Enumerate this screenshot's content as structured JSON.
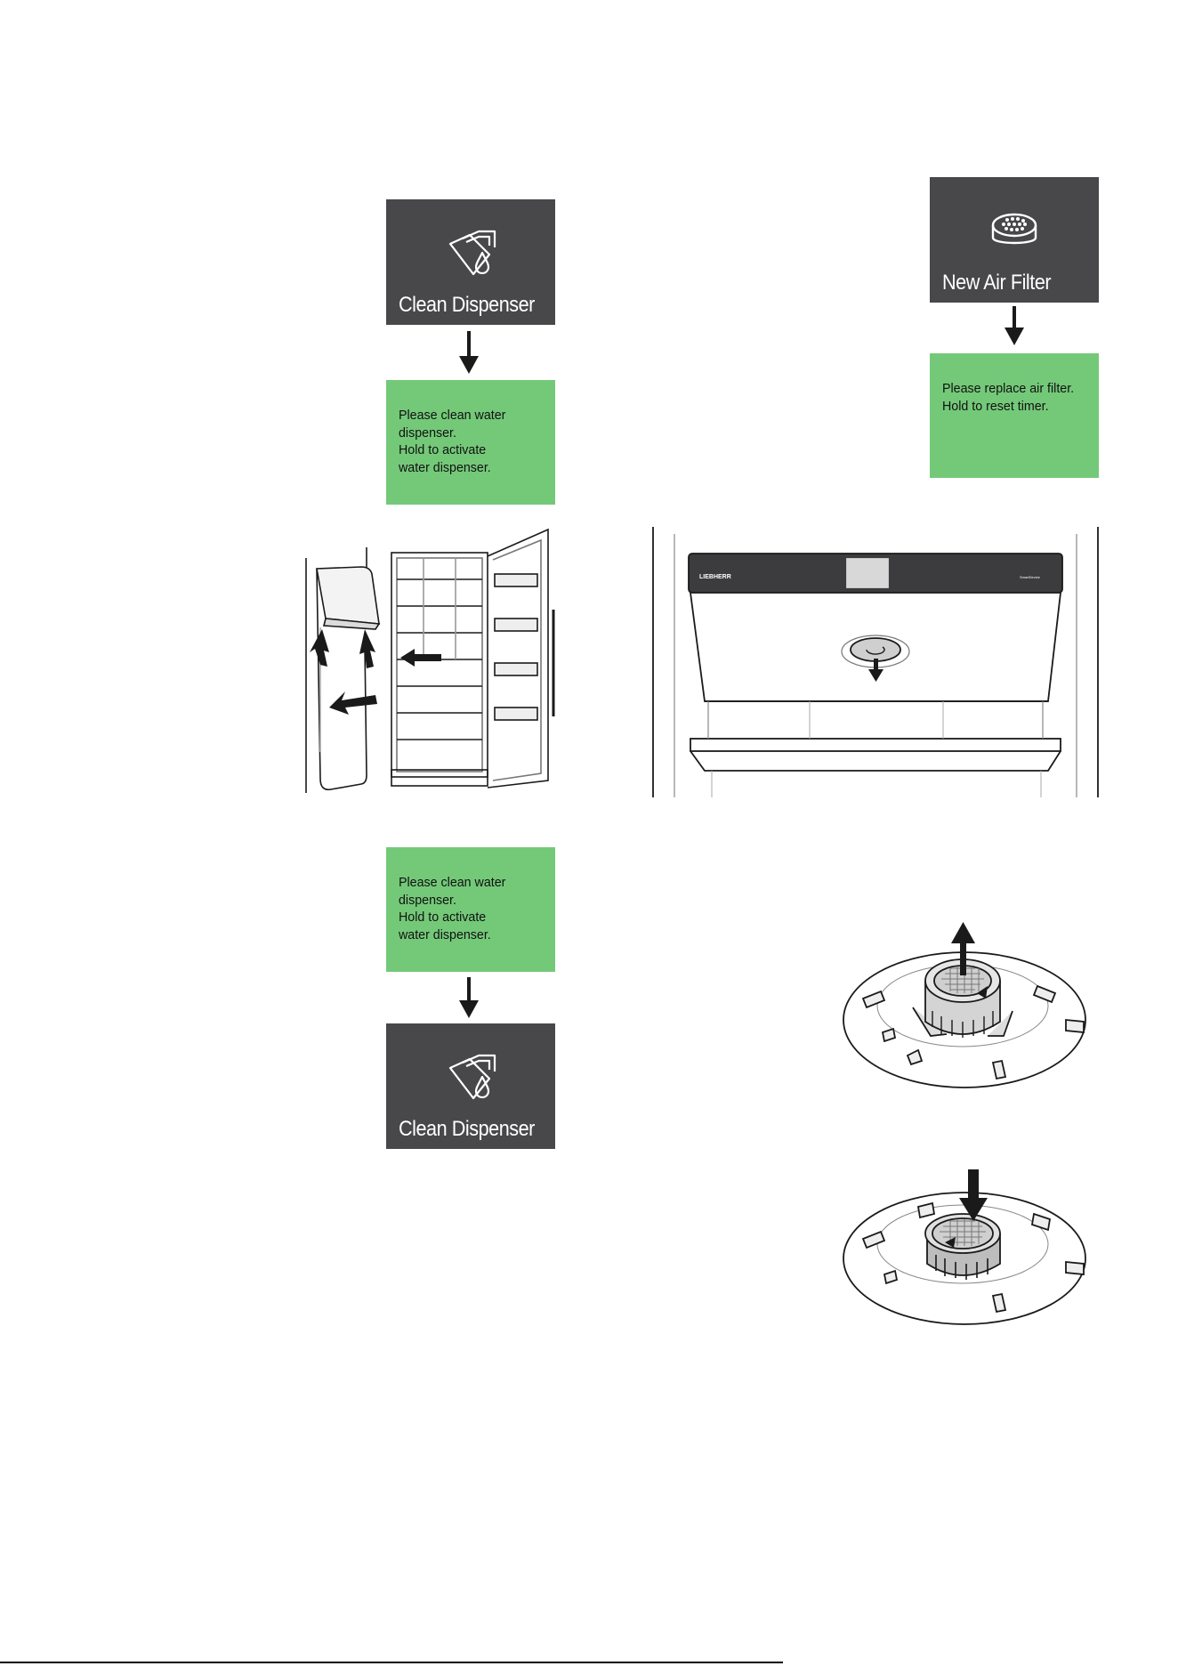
{
  "dispenser_tile_top": {
    "label": "Clean Dispenser",
    "icon": "water-dispenser-icon"
  },
  "dispenser_msg_top": {
    "lines": [
      "Please clean water",
      "dispenser.",
      "Hold to activate",
      "water dispenser."
    ]
  },
  "air_filter_tile": {
    "label": "New Air Filter",
    "icon": "air-filter-icon"
  },
  "air_filter_msg": {
    "lines": [
      "Please replace air filter.",
      "Hold to reset timer."
    ]
  },
  "dispenser_msg_bottom": {
    "lines": [
      "Please clean water",
      "dispenser.",
      "Hold to activate",
      "water dispenser."
    ]
  },
  "dispenser_tile_bottom": {
    "label": "Clean Dispenser",
    "icon": "water-dispenser-icon"
  },
  "fridge_illustration": {
    "brand": "LIEBHERR",
    "panel_text": "SmartDevice"
  },
  "footer": {
    "text": ""
  },
  "colors": {
    "dark_tile": "#48484a",
    "green_tile": "#74c979",
    "ink": "#1a1a1a"
  }
}
